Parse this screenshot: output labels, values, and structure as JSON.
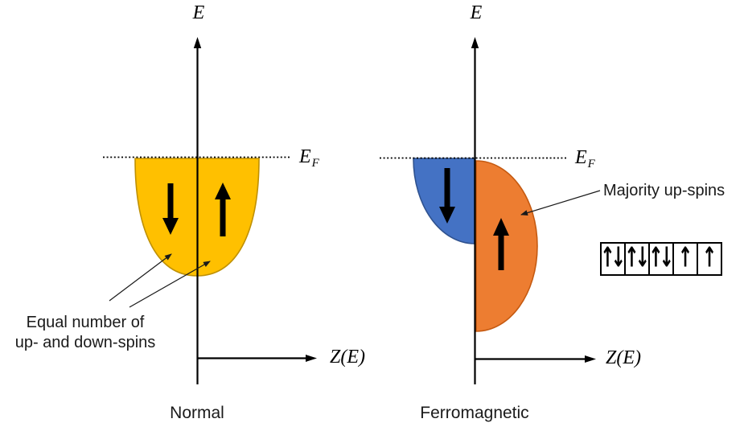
{
  "figure": {
    "background": "#ffffff",
    "text_color": "#1a1a1a"
  },
  "left_panel": {
    "caption": "Normal",
    "energy_axis": "E",
    "fermi": {
      "base": "E",
      "sub": "F"
    },
    "dos_axis": "Z(E)",
    "annotation_line1": "Equal number of",
    "annotation_line2": "up- and down-spins",
    "band": {
      "fill": "#FFC000",
      "stroke": "#BF9000"
    }
  },
  "right_panel": {
    "caption": "Ferromagnetic",
    "energy_axis": "E",
    "fermi": {
      "base": "E",
      "sub": "F"
    },
    "dos_axis": "Z(E)",
    "annotation": "Majority up-spins",
    "down_band": {
      "fill": "#4472C4",
      "stroke": "#2F528F"
    },
    "up_band": {
      "fill": "#ED7D31",
      "stroke": "#C55A11"
    },
    "spin_boxes": {
      "cells": [
        "↑↓",
        "↑↓",
        "↑↓",
        "↑",
        "↑"
      ]
    }
  }
}
